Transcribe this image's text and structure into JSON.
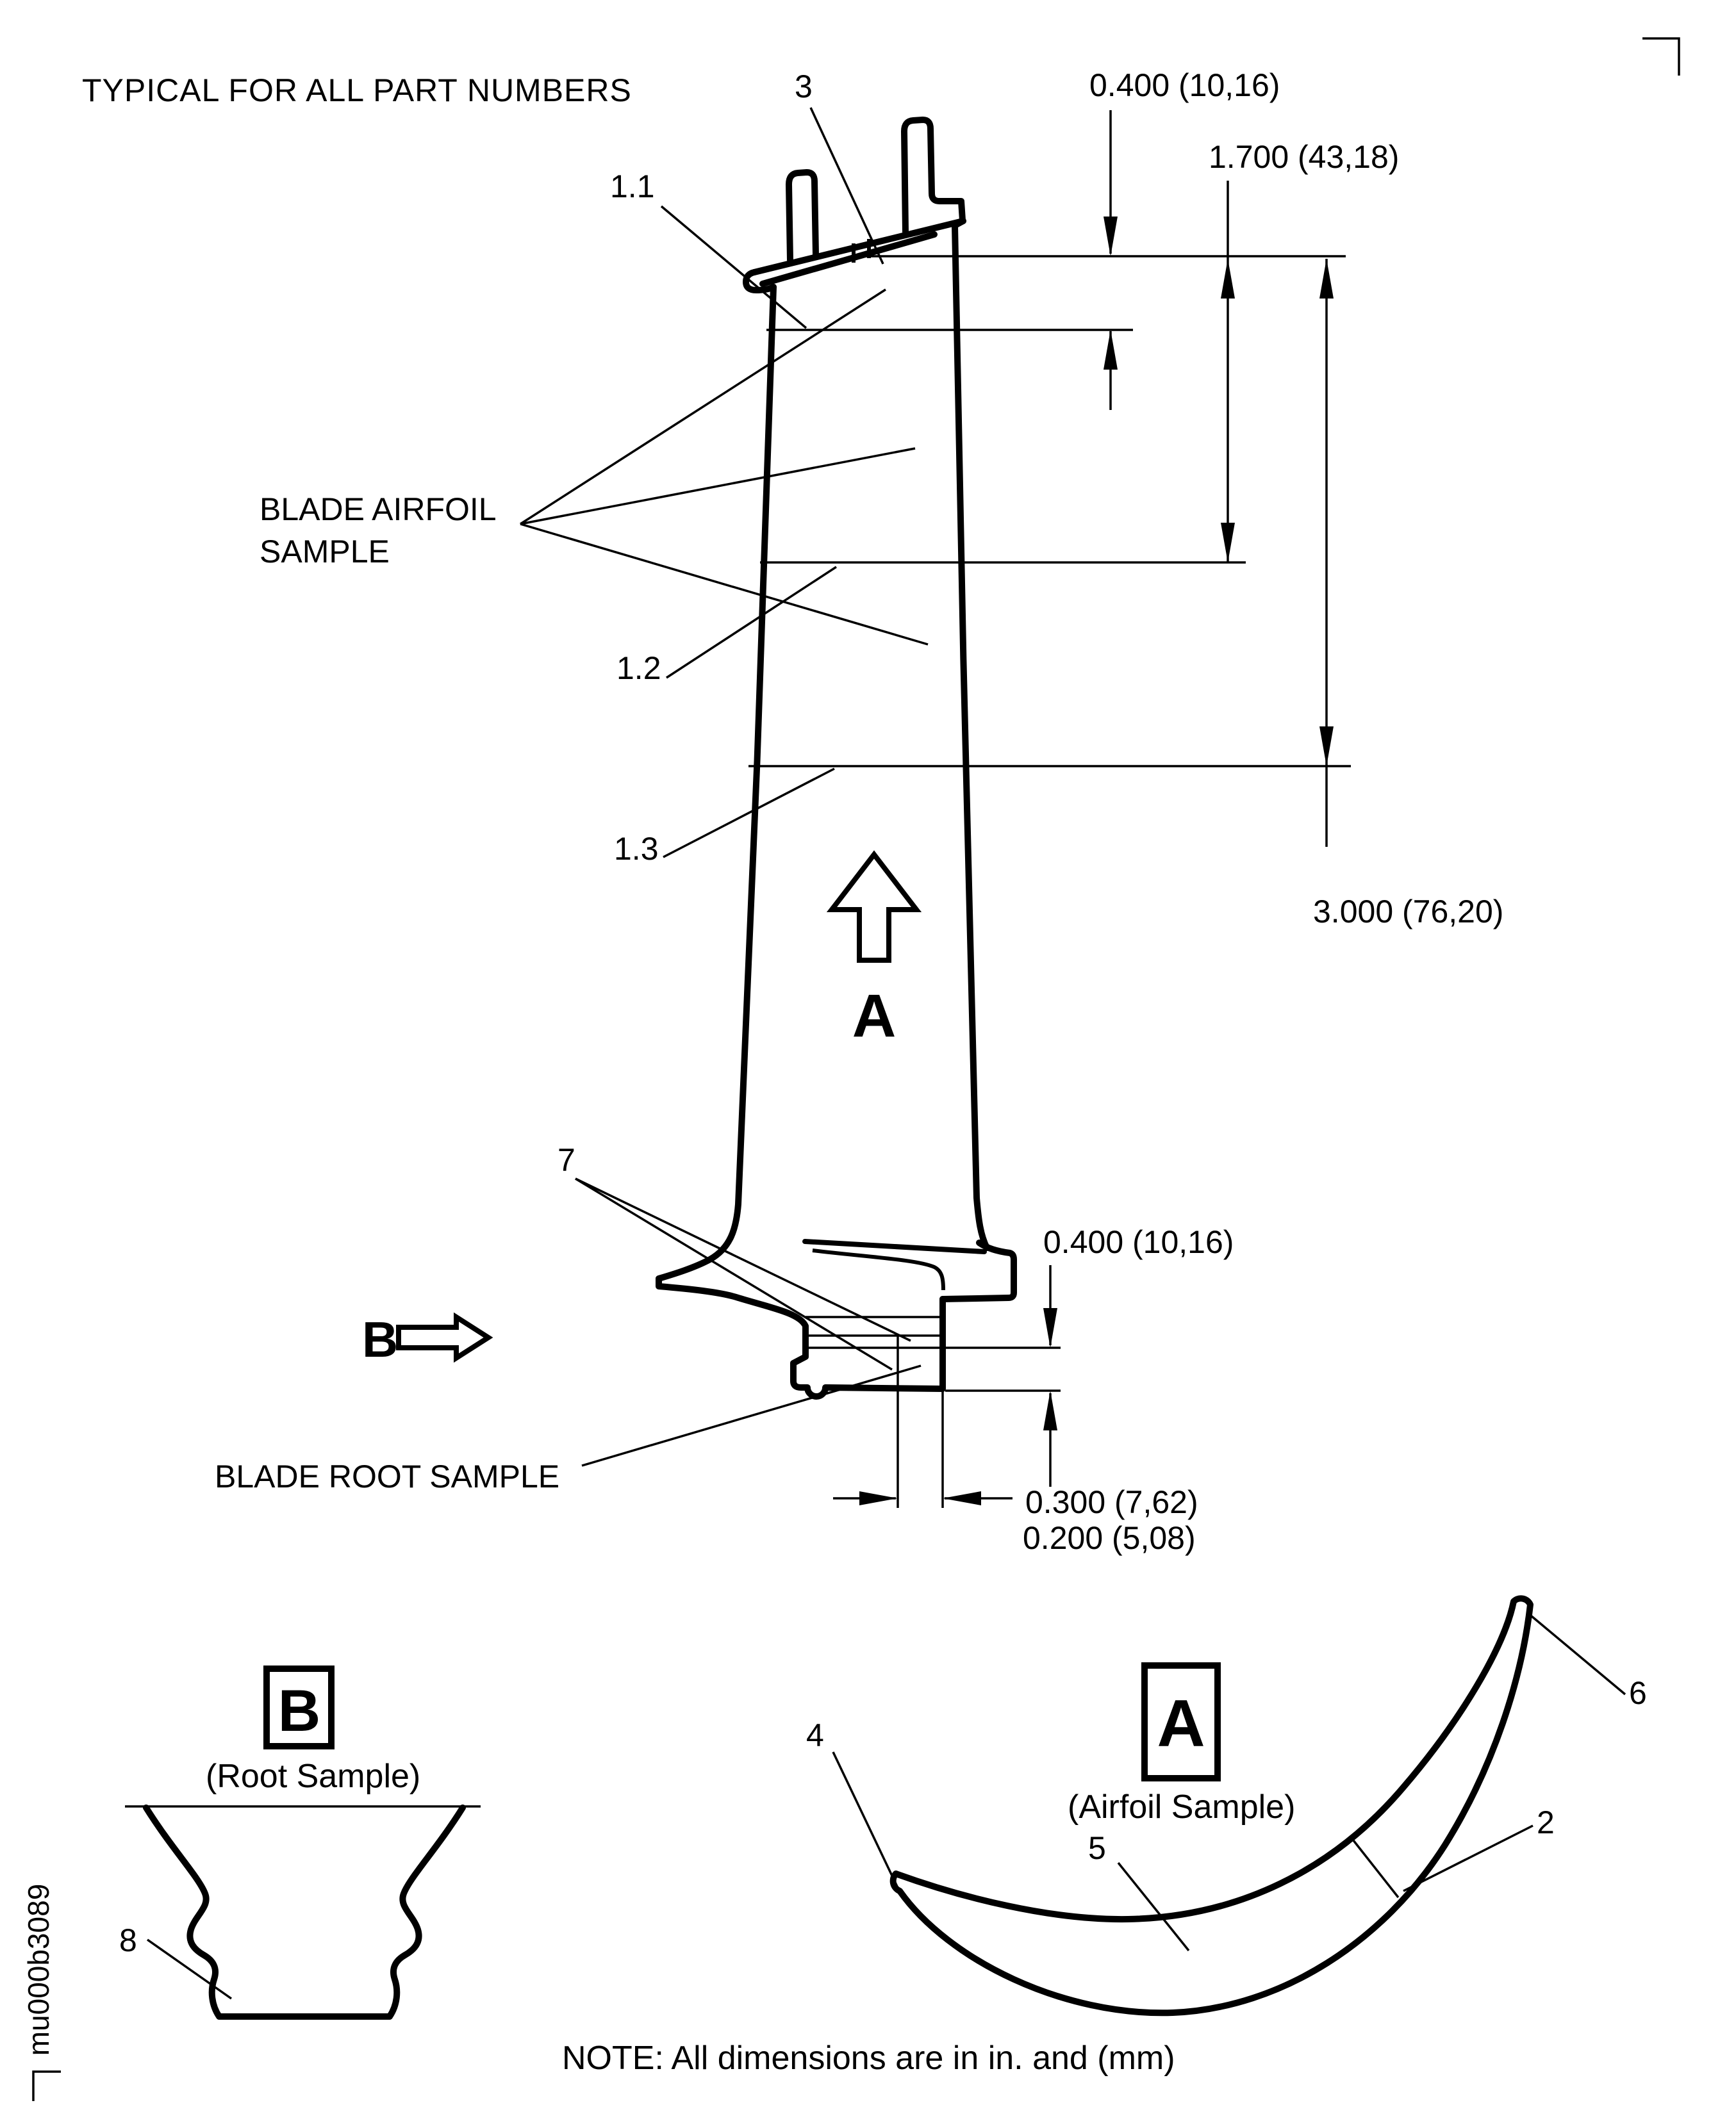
{
  "title": "TYPICAL FOR ALL PART NUMBERS",
  "note": "NOTE: All dimensions are in in. and (mm)",
  "doc_number": "mu000b3089",
  "labels": {
    "blade_airfoil_sample_line1": "BLADE AIRFOIL",
    "blade_airfoil_sample_line2": "SAMPLE",
    "blade_root_sample": "BLADE ROOT SAMPLE"
  },
  "callouts": {
    "c3": "3",
    "c11": "1.1",
    "c12": "1.2",
    "c13": "1.3",
    "c7": "7",
    "c8": "8",
    "c4": "4",
    "c5": "5",
    "c6": "6",
    "c2": "2"
  },
  "dimensions": {
    "tip_offset": "0.400 (10,16)",
    "mid_span": "1.700 (43,18)",
    "full_span": "3.000 (76,20)",
    "root_depth": "0.400 (10,16)",
    "width_max": "0.300 (7,62)",
    "width_min": "0.200 (5,08)"
  },
  "views": {
    "a": {
      "letter": "A",
      "caption": "(Airfoil Sample)"
    },
    "b": {
      "letter": "B",
      "caption": "(Root Sample)"
    }
  },
  "direction_arrows": {
    "a_label": "A",
    "b_label": "B"
  },
  "colors": {
    "ink": "#000000",
    "paper": "#ffffff"
  }
}
